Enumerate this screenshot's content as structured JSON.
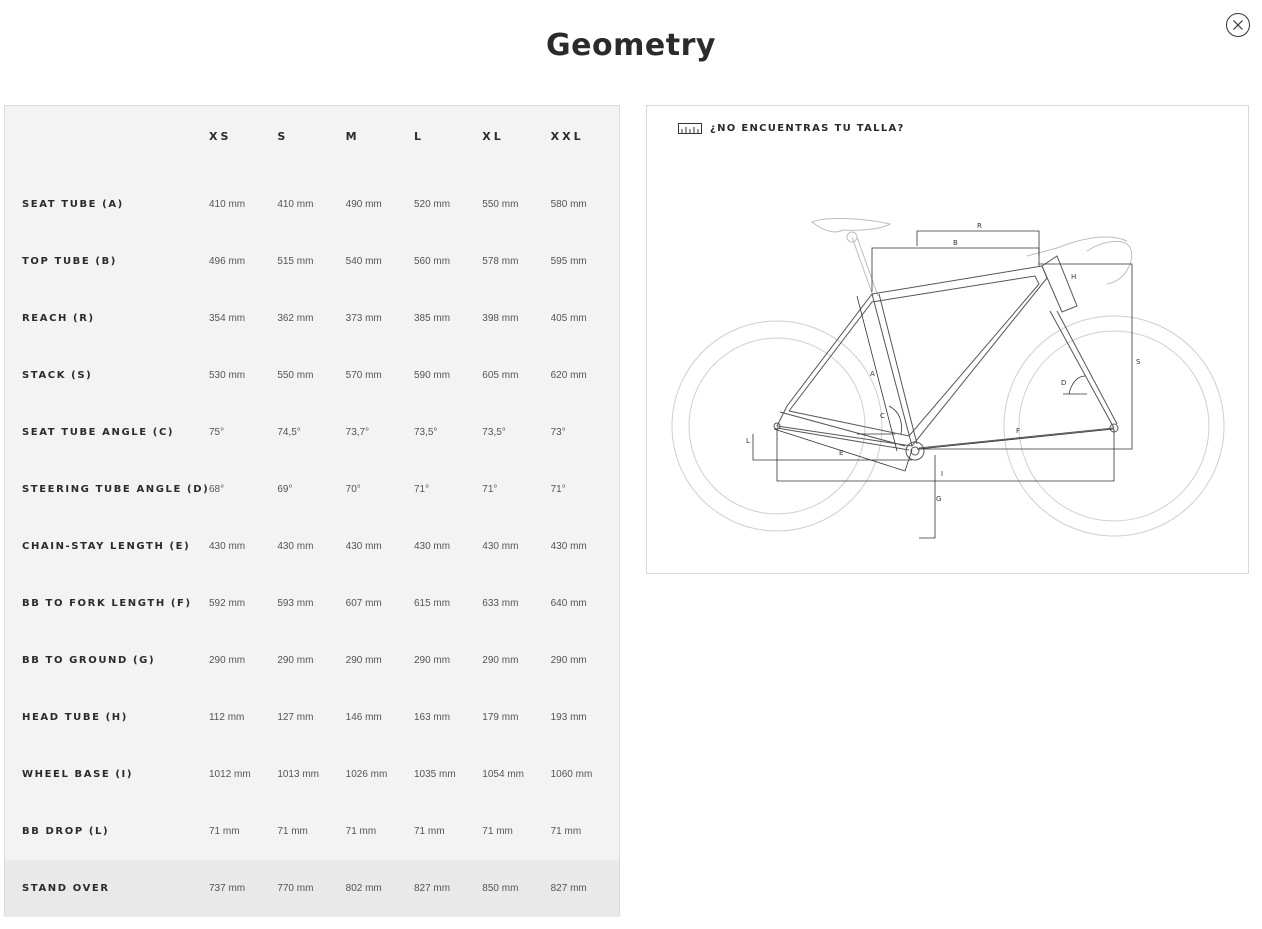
{
  "page": {
    "title": "Geometry"
  },
  "table": {
    "sizes": [
      "XS",
      "S",
      "M",
      "L",
      "XL",
      "XXL"
    ],
    "rows": [
      {
        "label": "SEAT TUBE (A)",
        "values": [
          "410 mm",
          "410 mm",
          "490 mm",
          "520 mm",
          "550 mm",
          "580 mm"
        ]
      },
      {
        "label": "TOP TUBE (B)",
        "values": [
          "496 mm",
          "515 mm",
          "540 mm",
          "560 mm",
          "578 mm",
          "595 mm"
        ]
      },
      {
        "label": "REACH (R)",
        "values": [
          "354 mm",
          "362 mm",
          "373 mm",
          "385 mm",
          "398 mm",
          "405 mm"
        ]
      },
      {
        "label": "STACK (S)",
        "values": [
          "530 mm",
          "550 mm",
          "570 mm",
          "590 mm",
          "605 mm",
          "620 mm"
        ]
      },
      {
        "label": "SEAT TUBE ANGLE (C)",
        "values": [
          "75°",
          "74,5°",
          "73,7°",
          "73,5°",
          "73,5°",
          "73°"
        ]
      },
      {
        "label": "STEERING TUBE ANGLE (D)",
        "values": [
          "68°",
          "69°",
          "70°",
          "71°",
          "71°",
          "71°"
        ]
      },
      {
        "label": "CHAIN-STAY LENGTH (E)",
        "values": [
          "430 mm",
          "430 mm",
          "430 mm",
          "430 mm",
          "430 mm",
          "430 mm"
        ]
      },
      {
        "label": "BB TO FORK LENGTH (F)",
        "values": [
          "592 mm",
          "593 mm",
          "607 mm",
          "615 mm",
          "633 mm",
          "640 mm"
        ]
      },
      {
        "label": "BB TO GROUND (G)",
        "values": [
          "290 mm",
          "290 mm",
          "290 mm",
          "290 mm",
          "290 mm",
          "290 mm"
        ]
      },
      {
        "label": "HEAD TUBE (H)",
        "values": [
          "112 mm",
          "127 mm",
          "146 mm",
          "163 mm",
          "179 mm",
          "193 mm"
        ]
      },
      {
        "label": "WHEEL BASE (I)",
        "values": [
          "1012 mm",
          "1013 mm",
          "1026 mm",
          "1035 mm",
          "1054 mm",
          "1060 mm"
        ]
      },
      {
        "label": "BB DROP (L)",
        "values": [
          "71 mm",
          "71 mm",
          "71 mm",
          "71 mm",
          "71 mm",
          "71 mm"
        ]
      },
      {
        "label": "STAND OVER",
        "values": [
          "737 mm",
          "770 mm",
          "802 mm",
          "827 mm",
          "850 mm",
          "827 mm"
        ],
        "highlight": true
      }
    ]
  },
  "diagram": {
    "size_link_text": "¿NO ENCUENTRAS TU TALLA?",
    "size_link_icon": "ruler-icon",
    "labels": {
      "R": "R",
      "B": "B",
      "H": "H",
      "S": "S",
      "A": "A",
      "C": "C",
      "D": "D",
      "F": "F",
      "L": "L",
      "E": "E",
      "I": "I",
      "G": "G"
    }
  },
  "close_icon": "close-icon"
}
